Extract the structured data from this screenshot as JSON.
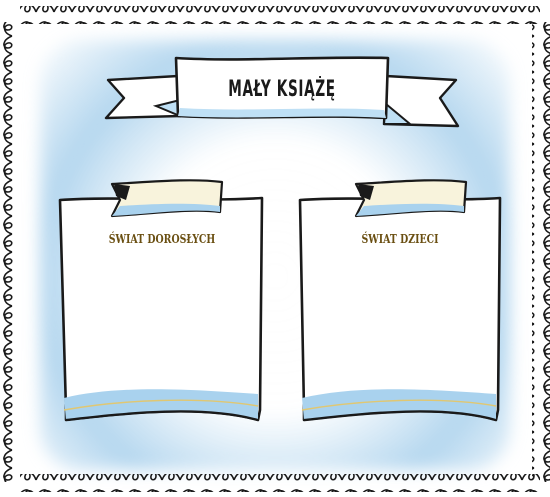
{
  "banner": {
    "title": "MAŁY KSIĄŻĘ"
  },
  "notes": [
    {
      "title": "ŚWIAT DOROSŁYCH"
    },
    {
      "title": "ŚWIAT DZIECI"
    }
  ],
  "colors": {
    "accent_blue": "#a9d2ee",
    "paper_shadow": "#bfe0f5",
    "tape": "#f8f3dc",
    "outline": "#1a1a1a",
    "title_text": "#6a4f12"
  }
}
